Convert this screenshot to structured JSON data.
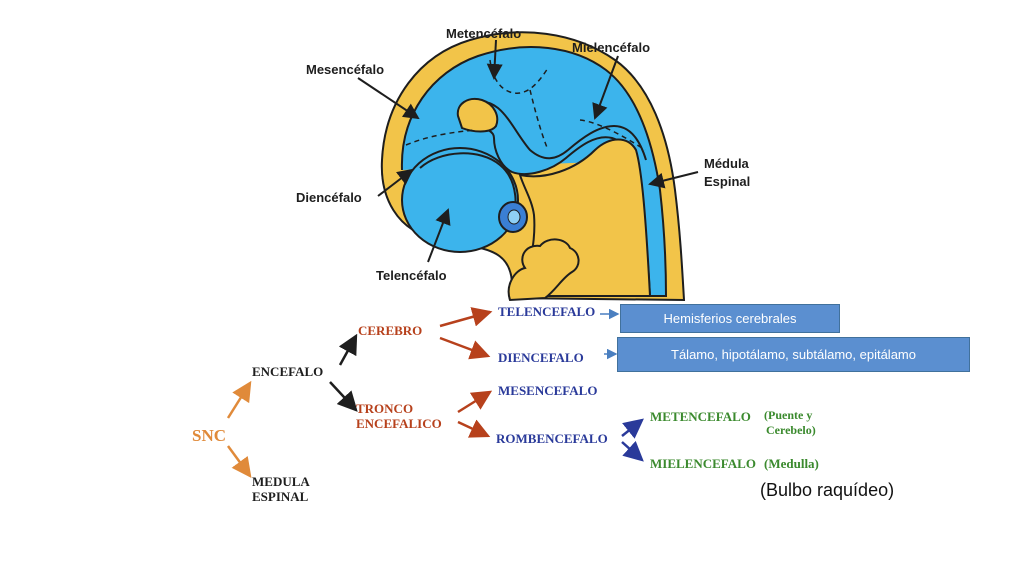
{
  "colors": {
    "wall": "#f2c449",
    "ventricle": "#3cb4ec",
    "outline": "#1e1e1e",
    "cerebro": "#b7411c",
    "forebrain_parts": "#2a3a9a",
    "hindbrain_parts": "#3b8a2e",
    "snc": "#e08a3a",
    "callout_fill": "#5b8fd0"
  },
  "anatomy_labels": {
    "metencefalo": "Metencéfalo",
    "mielencefalo": "Mielencéfalo",
    "mesencefalo": "Mesencéfalo",
    "medula_line1": "Médula",
    "medula_line2": "Espinal",
    "diencefalo": "Diencéfalo",
    "telencefalo": "Telencéfalo"
  },
  "tree": {
    "snc": "SNC",
    "encefalo": "ENCEFALO",
    "medula_line1": "MEDULA",
    "medula_line2": "ESPINAL",
    "cerebro": "CEREBRO",
    "tronco_line1": "TRONCO",
    "tronco_line2": "ENCEFALICO",
    "telencefalo": "TELENCEFALO",
    "diencefalo": "DIENCEFALO",
    "mesencefalo": "MESENCEFALO",
    "rombencefalo": "ROMBENCEFALO",
    "metencefalo": "METENCEFALO",
    "metencefalo_note_line1": "(Puente y",
    "metencefalo_note_line2": "Cerebelo)",
    "mielencefalo": "MIELENCEFALO",
    "mielencefalo_note": "(Medulla)"
  },
  "callouts": {
    "telencefalo": "Hemisferios cerebrales",
    "diencefalo": "Tálamo, hipotálamo, subtálamo, epitálamo"
  },
  "note": "(Bulbo raquídeo)"
}
